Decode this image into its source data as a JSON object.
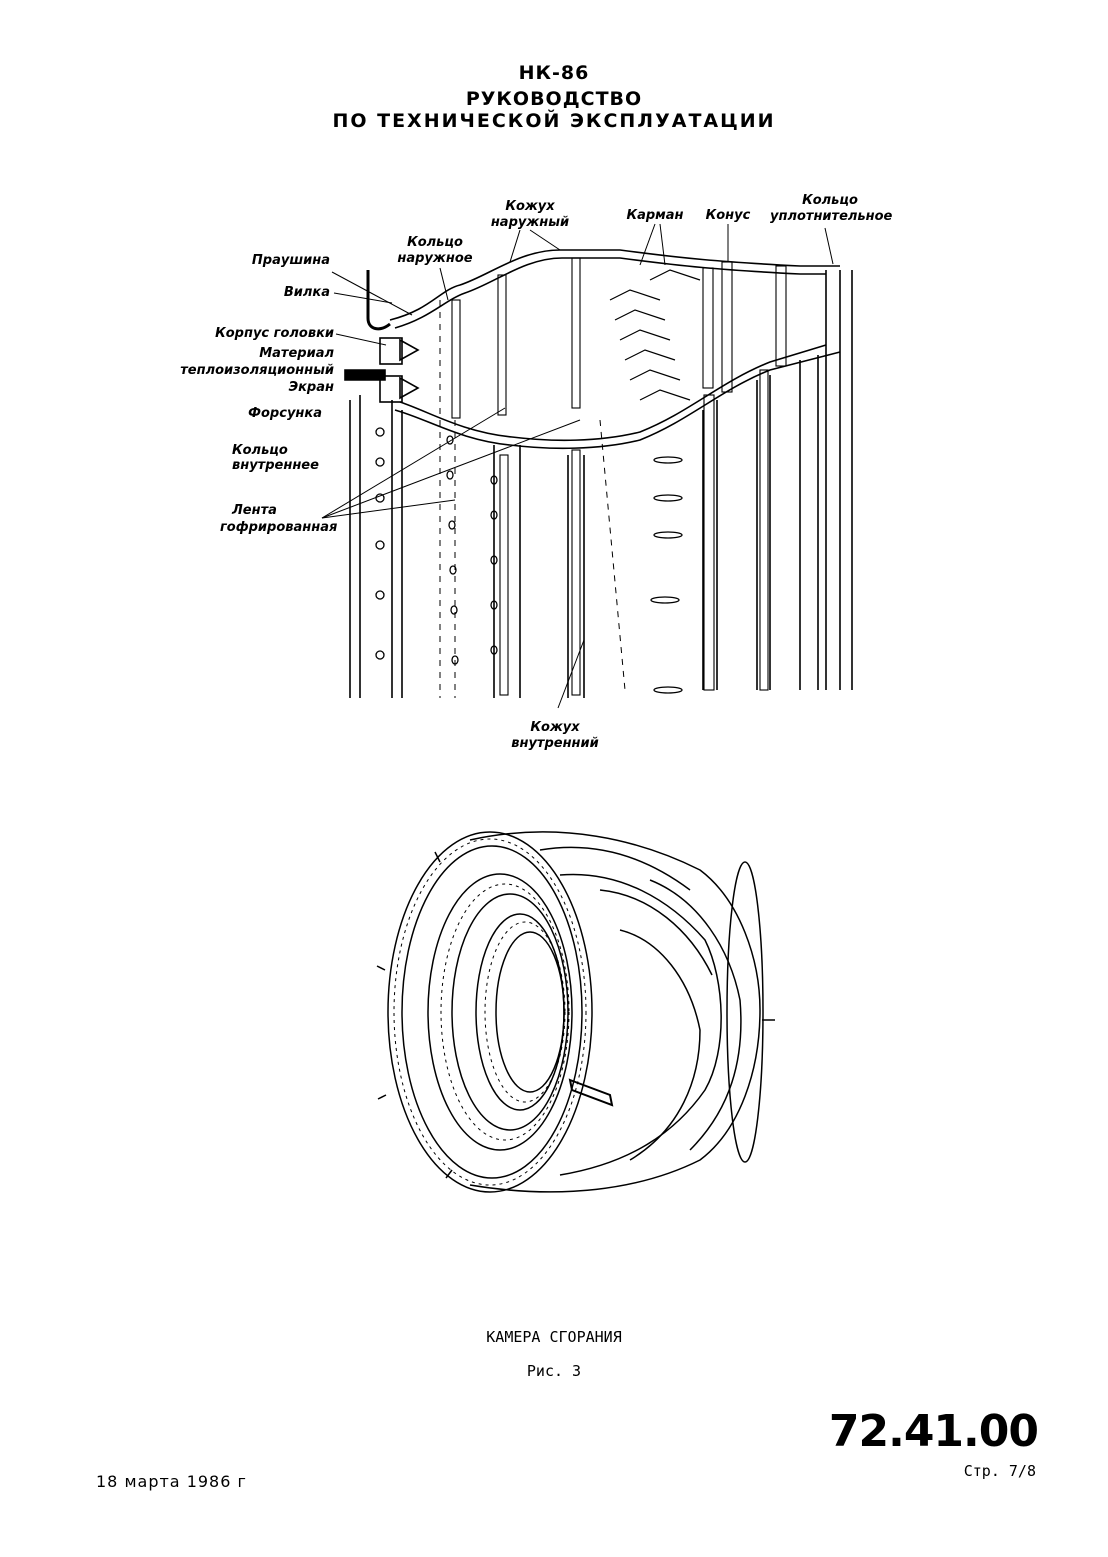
{
  "header": {
    "model": "НК-86",
    "line1": "РУКОВОДСТВО",
    "line2": "ПО ТЕХНИЧЕСКОЙ ЭКСПЛУАТАЦИИ"
  },
  "callouts": {
    "prushina": "Праушина",
    "vilka": "Вилка",
    "korpus_golovki": "Корпус головки",
    "material_1": "Материал",
    "material_2": "теплоизоляционный",
    "ekran": "Экран",
    "forsunka": "Форсунка",
    "koltso_vnutr_1": "Кольцо",
    "koltso_vnutr_2": "внутреннее",
    "lenta_1": "Лента",
    "lenta_2": "гофрированная",
    "koltso_naruzh_1": "Кольцо",
    "koltso_naruzh_2": "наружное",
    "kozhukh_naruzh_1": "Кожух",
    "kozhukh_naruzh_2": "наружный",
    "karman": "Карман",
    "konus": "Конус",
    "koltso_upl_1": "Кольцо",
    "koltso_upl_2": "уплотнительное",
    "kozhukh_vnutr_1": "Кожух",
    "kozhukh_vnutr_2": "внутренний"
  },
  "caption": {
    "title": "КАМЕРА СГОРАНИЯ",
    "figure": "Рис. 3"
  },
  "footer": {
    "doc_number": "72.41.00",
    "page": "Стр. 7/8",
    "date": "18 марта 1986 г"
  }
}
